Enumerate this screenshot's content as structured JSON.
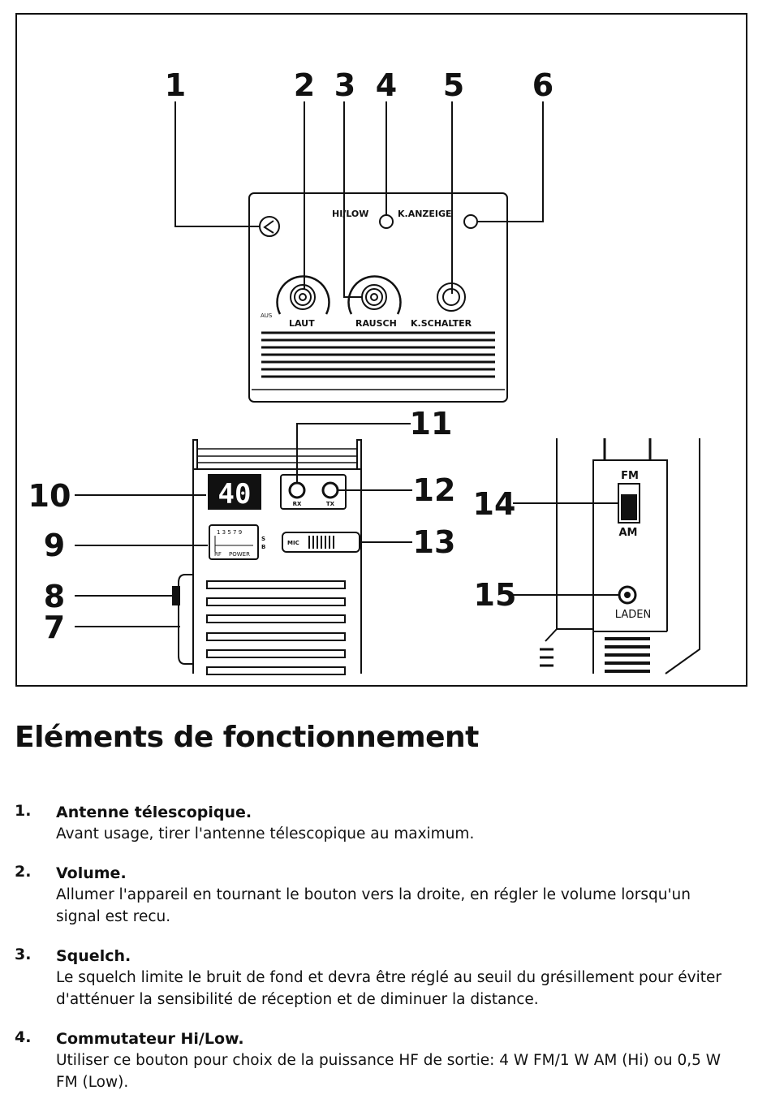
{
  "figure": {
    "callouts": [
      "1",
      "2",
      "3",
      "4",
      "5",
      "6",
      "7",
      "8",
      "9",
      "10",
      "11",
      "12",
      "13",
      "14",
      "15"
    ],
    "top_panel": {
      "hi_low": "HI/LOW",
      "k_anzeige": "K.ANZEIGE",
      "aus": "AUS",
      "laut": "LAUT",
      "rausch": "RAUSCH",
      "k_schalter": "K.SCHALTER"
    },
    "front_panel": {
      "display": "40",
      "rx": "RX",
      "tx": "TX",
      "meter_scale": "1 3 5 7 9",
      "meter_rf": "RF",
      "meter_power": "POWER",
      "meter_s": "S",
      "meter_b": "B",
      "mic": "MIC"
    },
    "side_panel": {
      "fm": "FM",
      "am": "AM",
      "laden": "LADEN"
    }
  },
  "heading": "Eléments de fonctionnement",
  "items": [
    {
      "number": "1.",
      "title": "Antenne télescopique.",
      "desc": "Avant usage, tirer l'antenne télescopique au maximum."
    },
    {
      "number": "2.",
      "title": "Volume.",
      "desc": "Allumer l'appareil en tournant le bouton vers la droite, en régler le volume lorsqu'un signal est recu."
    },
    {
      "number": "3.",
      "title": "Squelch.",
      "desc": "Le squelch limite le bruit de fond et devra être réglé au seuil du grésillement pour éviter d'atténuer la sensibilité de réception et de diminuer la distance."
    },
    {
      "number": "4.",
      "title": "Commutateur Hi/Low.",
      "desc": "Utiliser ce bouton pour choix de la puissance HF de sortie: 4 W FM/1 W AM (Hi) ou 0,5 W FM (Low)."
    }
  ]
}
